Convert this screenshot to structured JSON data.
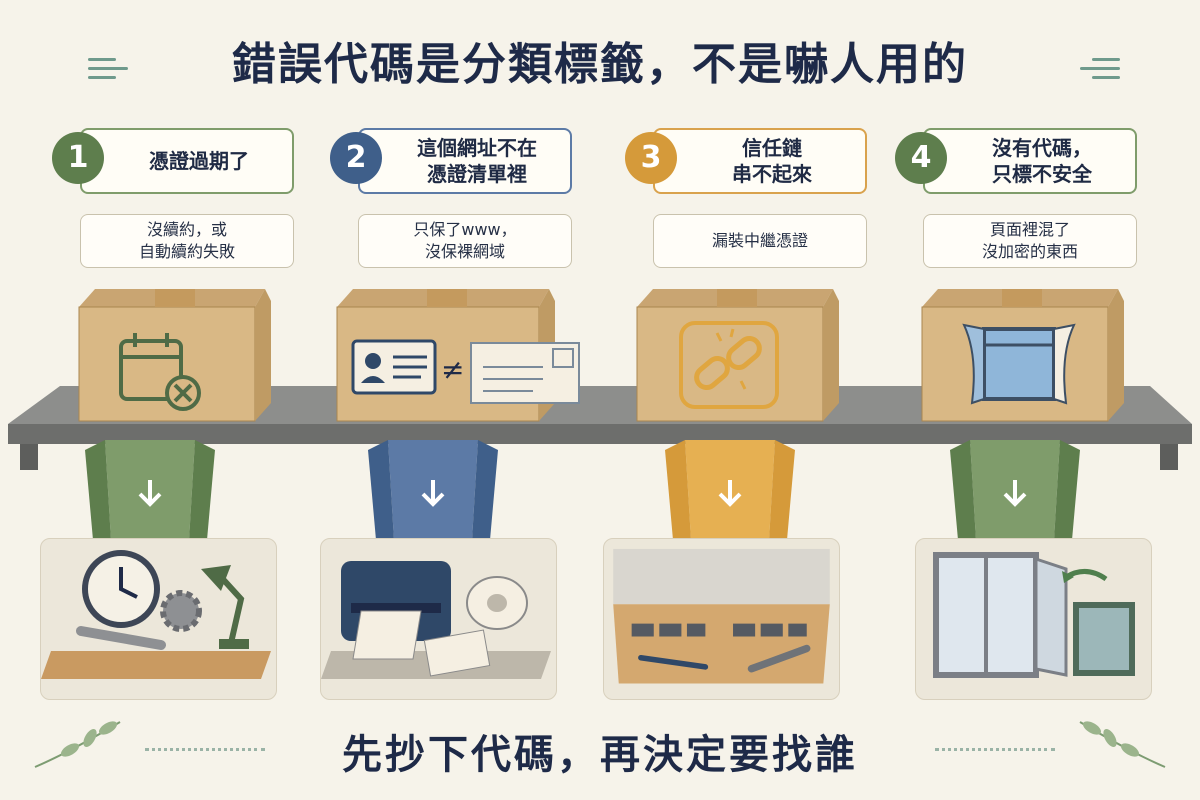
{
  "title": "錯誤代碼是分類標籤，不是嚇人用的",
  "steps": [
    {
      "number": "1",
      "headline": "憑證過期了",
      "detail": "沒續約，或\n自動續約失敗",
      "color": "#5e7e4d"
    },
    {
      "number": "2",
      "headline": "這個網址不在\n憑證清單裡",
      "detail": "只保了www，\n沒保裸網域",
      "color": "#3f5f8a"
    },
    {
      "number": "3",
      "headline": "信任鏈\n串不起來",
      "detail": "漏裝中繼憑證",
      "color": "#d59a3a"
    },
    {
      "number": "4",
      "headline": "沒有代碼，\n只標不安全",
      "detail": "頁面裡混了\n沒加密的東西",
      "color": "#5e7e4d"
    }
  ],
  "not_equal_symbol": "≠",
  "footer": "先抄下代碼，再決定要找誰"
}
